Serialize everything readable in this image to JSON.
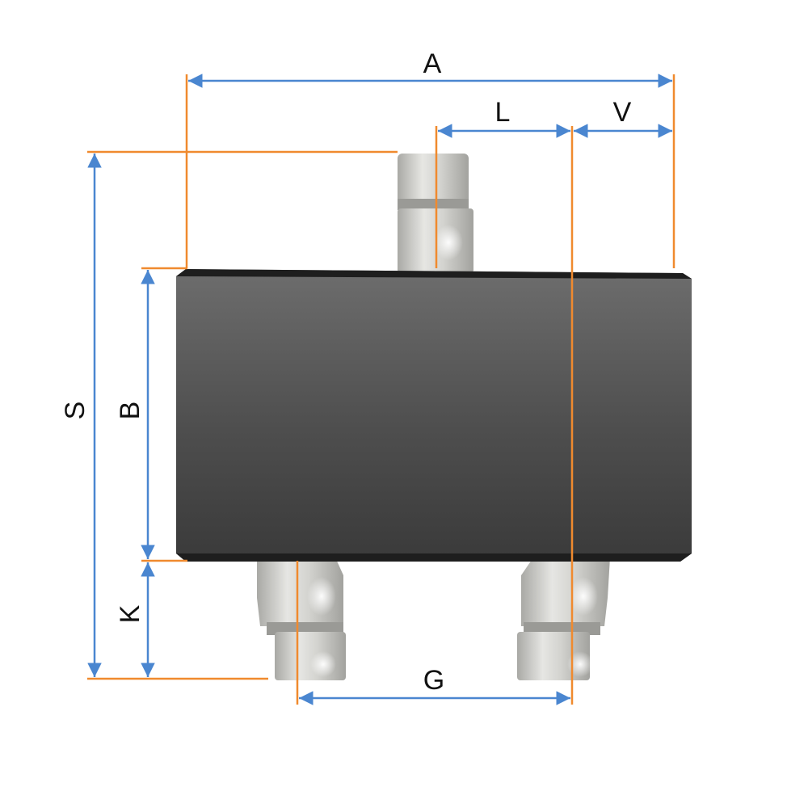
{
  "dimensions": {
    "A": "A",
    "L": "L",
    "V": "V",
    "S": "S",
    "B": "B",
    "K": "K",
    "G": "G"
  },
  "colors": {
    "extension_line": "#f08a2e",
    "dimension_arrow": "#4a86d0",
    "body_dark": "#333333",
    "body_light": "#6b6b6b",
    "lead": "#c8c8c4"
  }
}
